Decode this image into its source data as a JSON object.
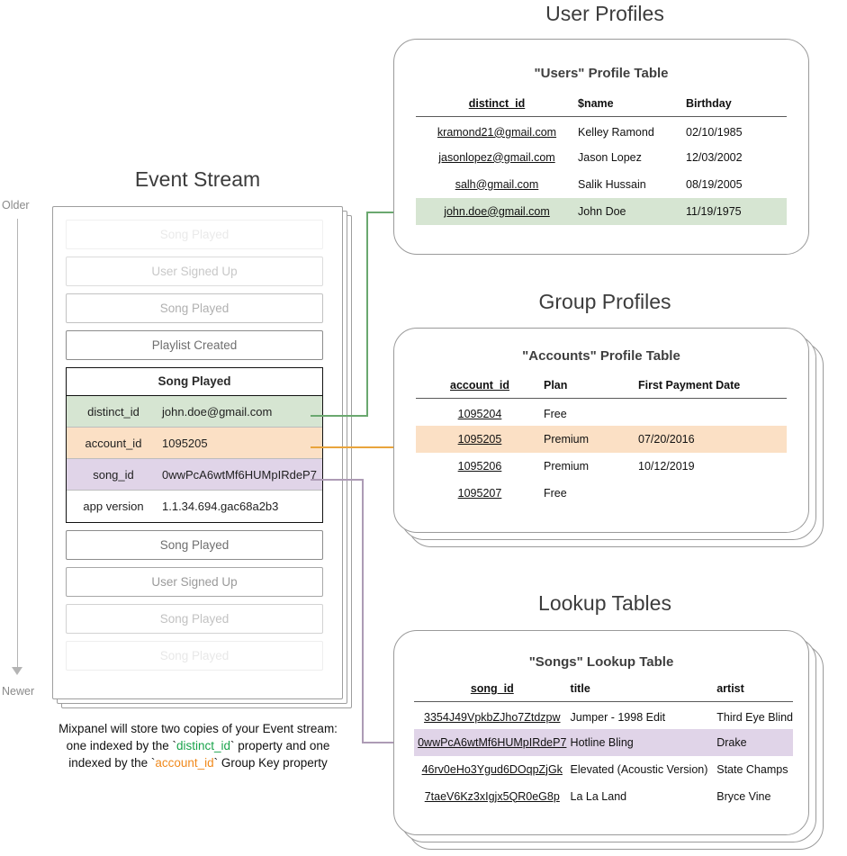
{
  "timeline": {
    "older_label": "Older",
    "newer_label": "Newer"
  },
  "event_stream": {
    "title": "Event Stream",
    "events_before": [
      {
        "label": "Song Played",
        "fade": "f1"
      },
      {
        "label": "User Signed Up",
        "fade": "f2"
      },
      {
        "label": "Song Played",
        "fade": "f3"
      },
      {
        "label": "Playlist Created",
        "fade": "f4"
      }
    ],
    "focus_event": {
      "name": "Song Played",
      "properties": [
        {
          "key": "distinct_id",
          "value": "john.doe@gmail.com",
          "highlight": "green"
        },
        {
          "key": "account_id",
          "value": "1095205",
          "highlight": "orange"
        },
        {
          "key": "song_id",
          "value": "0wwPcA6wtMf6HUMpIRdeP7",
          "highlight": "purple"
        },
        {
          "key": "app version",
          "value": "1.1.34.694.gac68a2b3",
          "highlight": "plain"
        }
      ]
    },
    "events_after": [
      {
        "label": "Song Played",
        "fade": "f4"
      },
      {
        "label": "User Signed Up",
        "fade": "f5"
      },
      {
        "label": "Song Played",
        "fade": "f6"
      },
      {
        "label": "Song Played",
        "fade": "f7"
      }
    ],
    "caption": {
      "line1": "Mixpanel will store two copies of your Event stream:",
      "line2_pre": "one indexed by the `",
      "line2_code": "distinct_id",
      "line2_post": "` property and one",
      "line3_pre": "indexed by the `",
      "line3_code": "account_id",
      "line3_post": "` Group Key property"
    }
  },
  "user_profiles": {
    "title": "User Profiles",
    "table_title": "\"Users\" Profile Table",
    "columns": [
      "distinct_id",
      "$name",
      "Birthday"
    ],
    "rows": [
      {
        "cells": [
          "kramond21@gmail.com",
          "Kelley Ramond",
          "02/10/1985"
        ],
        "highlight": ""
      },
      {
        "cells": [
          "jasonlopez@gmail.com",
          "Jason Lopez",
          "12/03/2002"
        ],
        "highlight": ""
      },
      {
        "cells": [
          "salh@gmail.com",
          "Salik Hussain",
          "08/19/2005"
        ],
        "highlight": ""
      },
      {
        "cells": [
          "john.doe@gmail.com",
          "John Doe",
          "11/19/1975"
        ],
        "highlight": "hl-green"
      }
    ]
  },
  "group_profiles": {
    "title": "Group Profiles",
    "table_title": "\"Accounts\" Profile Table",
    "columns": [
      "account_id",
      "Plan",
      "First Payment Date"
    ],
    "rows": [
      {
        "cells": [
          "1095204",
          "Free",
          ""
        ],
        "highlight": ""
      },
      {
        "cells": [
          "1095205",
          "Premium",
          "07/20/2016"
        ],
        "highlight": "hl-orange"
      },
      {
        "cells": [
          "1095206",
          "Premium",
          "10/12/2019"
        ],
        "highlight": ""
      },
      {
        "cells": [
          "1095207",
          "Free",
          ""
        ],
        "highlight": ""
      }
    ]
  },
  "lookup_tables": {
    "title": "Lookup Tables",
    "table_title": "\"Songs\" Lookup Table",
    "columns": [
      "song_id",
      "title",
      "artist"
    ],
    "rows": [
      {
        "cells": [
          "3354J49VpkbZJho7Ztdzpw",
          "Jumper - 1998 Edit",
          "Third Eye Blind"
        ],
        "highlight": ""
      },
      {
        "cells": [
          "0wwPcA6wtMf6HUMpIRdeP7",
          "Hotline Bling",
          "Drake"
        ],
        "highlight": "hl-purple"
      },
      {
        "cells": [
          "46rv0eHo3Ygud6DOqpZjGk",
          "Elevated (Acoustic Version)",
          "State Champs"
        ],
        "highlight": ""
      },
      {
        "cells": [
          "7taeV6Kz3xIgjx5QR0eG8p",
          "La La Land",
          "Bryce Vine"
        ],
        "highlight": ""
      }
    ]
  },
  "colors": {
    "green": "#d6e5d2",
    "orange": "#fbe0c5",
    "purple": "#e0d4e8",
    "green_line": "#6aa86f",
    "orange_line": "#e9a43c",
    "purple_line": "#ad9bb5",
    "card_border": "#9a9a9a"
  }
}
